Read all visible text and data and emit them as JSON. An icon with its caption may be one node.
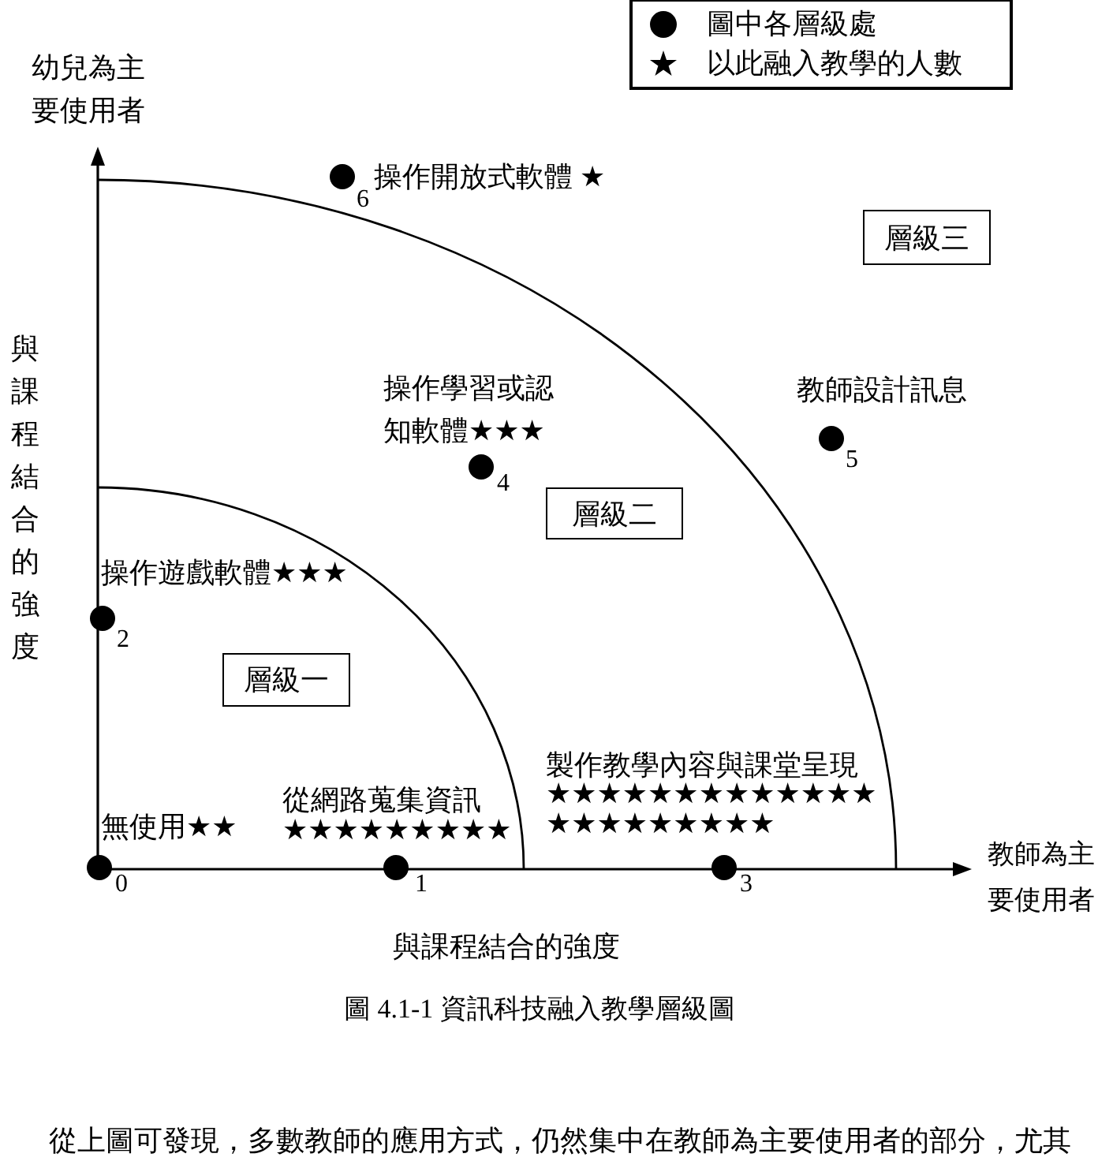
{
  "diagram": {
    "caption": "圖 4.1-1 資訊科技融入教學層級圖",
    "nodes": [
      {
        "text": [],
        "shape": "circle",
        "beside": [
          "操作開放式軟體 ★",
          "6"
        ]
      },
      {
        "text": [
          "層級三"
        ]
      },
      {
        "text": [],
        "shape": "circle",
        "beside": [
          "操作學習或認知軟體★★★",
          "4"
        ]
      },
      {
        "text": [],
        "shape": "circle",
        "beside": [
          "教師設計訊息",
          "5"
        ]
      },
      {
        "text": [
          "層級二"
        ]
      },
      {
        "text": [],
        "shape": "circle",
        "beside": [
          "操作遊戲軟體★★★",
          "2"
        ]
      },
      {
        "text": [
          "層級一"
        ]
      },
      {
        "text": [],
        "shape": "circle",
        "beside": [
          "無使用★★",
          "0"
        ]
      },
      {
        "text": [],
        "shape": "circle",
        "beside": [
          "從網路蒐集資訊★★★★★★★★★",
          "1"
        ]
      },
      {
        "text": [],
        "shape": "circle",
        "beside": [
          "製作教學內容與課堂呈現★★★★★★★★★★★★★★★★★★★★★★",
          "3"
        ]
      }
    ],
    "labels": [
      "幼兒為主要使用者",
      "與課程結合的強度",
      "教師為主要使用者",
      "與課程結合的強度",
      "從上圖可發現，多數教師的應用方式，仍然集中在教師為主要使用者的部分，尤其"
    ],
    "legend": [
      {
        "text": "圖中各層級處"
      },
      {
        "text": "以此融入教學的人數"
      }
    ]
  }
}
